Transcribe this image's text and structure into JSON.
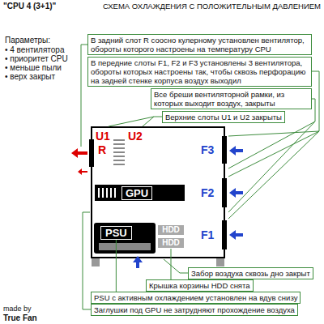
{
  "diagram": {
    "title": "СХЕМА ОХЛАЖДЕНИЯ С ПОЛОЖИТЕЛЬНЫМ ДАВЛЕНИЕМ",
    "nodes": [
      {
        "text": [
          "В задний слот R соосно кулерному установлен вентилятор, обороты которого настроены на температуру CPU"
        ]
      },
      {
        "text": [
          "В передние слоты F1, F2 и F3 установлены 3 вентилятора, обороты которых настроены так, чтобы сквозь перфорацию на задней стенке корпуса воздух выходил"
        ]
      },
      {
        "text": [
          "Все бреши вентиляторной рамки, из которых выходит воздух, закрыты"
        ]
      },
      {
        "text": [
          "Верхние слоты U1 и U2 закрыты"
        ]
      },
      {
        "text": [
          "GPU"
        ]
      },
      {
        "text": [
          "PSU"
        ]
      },
      {
        "text": [
          "HDD"
        ]
      },
      {
        "text": [
          "HDD"
        ]
      },
      {
        "text": [
          "Забор воздуха сквозь дно закрыт"
        ]
      },
      {
        "text": [
          "Крышка корзины HDD снята"
        ]
      },
      {
        "text": [
          "PSU с активным охлаждением установлен на вдув снизу"
        ]
      },
      {
        "text": [
          "Заглушки под GPU не затрудняют прохождение воздуха"
        ]
      }
    ],
    "edges": [
      {
        "from": 9,
        "to": 7,
        "arrow": "none"
      },
      {
        "from": 10,
        "to": 5,
        "arrow": "none"
      }
    ],
    "labels": [
      "\"CPU 4 (3+1)\"",
      "Параметры:",
      "• 4 вентилятора",
      "• приоритет CPU",
      "• меньше пыли",
      "• верх закрыт",
      "R",
      "U1",
      "U2",
      "F3",
      "F2",
      "F1",
      "made by",
      "True Fan"
    ]
  }
}
